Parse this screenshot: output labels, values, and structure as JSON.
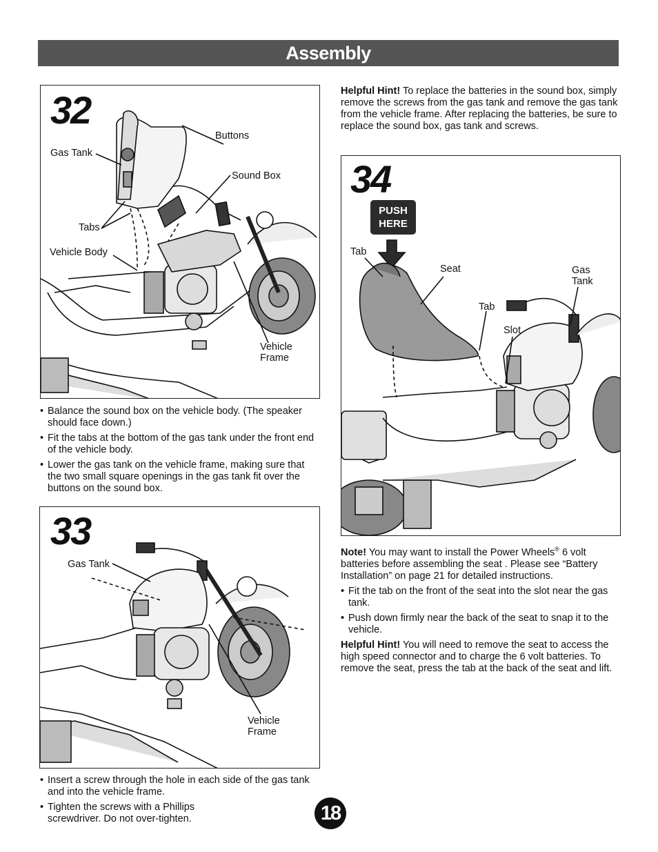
{
  "header": {
    "title": "Assembly"
  },
  "step32": {
    "number": "32",
    "labels": {
      "gas_tank": "Gas Tank",
      "buttons": "Buttons",
      "sound_box": "Sound Box",
      "tabs": "Tabs",
      "vehicle_body": "Vehicle Body",
      "vehicle_frame": "Vehicle\nFrame"
    },
    "bullets": [
      "Balance the sound box on the vehicle body. (The speaker should face down.)",
      "Fit the tabs at the bottom of the gas tank under the front end of the vehicle body.",
      "Lower the gas tank on the vehicle frame, making sure that the two small square openings in the gas tank fit over the buttons on the sound box."
    ]
  },
  "step33": {
    "number": "33",
    "labels": {
      "gas_tank": "Gas Tank",
      "vehicle_frame": "Vehicle\nFrame"
    },
    "bullets": [
      "Insert a screw through the hole in each side of the gas tank and into the vehicle frame.",
      "Tighten the screws with a Phillips screwdriver. Do not over-tighten."
    ]
  },
  "hint1": {
    "lead": "Helpful Hint!",
    "text": " To replace the batteries in the sound box, simply remove the screws from the gas tank and remove the gas tank from the vehicle frame. After replacing the batteries, be sure to replace the sound box, gas tank and screws."
  },
  "step34": {
    "number": "34",
    "push_here": "PUSH\nHERE",
    "labels": {
      "tab_left": "Tab",
      "seat": "Seat",
      "gas_tank": "Gas\nTank",
      "tab_right": "Tab",
      "slot": "Slot"
    }
  },
  "note": {
    "lead": "Note!",
    "text_a": " You may want to install the Power Wheels",
    "reg": "®",
    "text_b": " 6 volt batteries before assembling the seat . Please see “Battery Installation” on page 21 for detailed instructions."
  },
  "step34_bullets": [
    "Fit the tab on the front of the seat into the slot near the gas tank.",
    "Push down firmly near the back of the seat to snap it to the vehicle."
  ],
  "hint2": {
    "lead": "Helpful Hint!",
    "text": " You will need to remove the seat to access the high speed connector and to charge the 6 volt batteries. To remove the seat, press the tab at the back of the seat and lift."
  },
  "page_number": "18"
}
